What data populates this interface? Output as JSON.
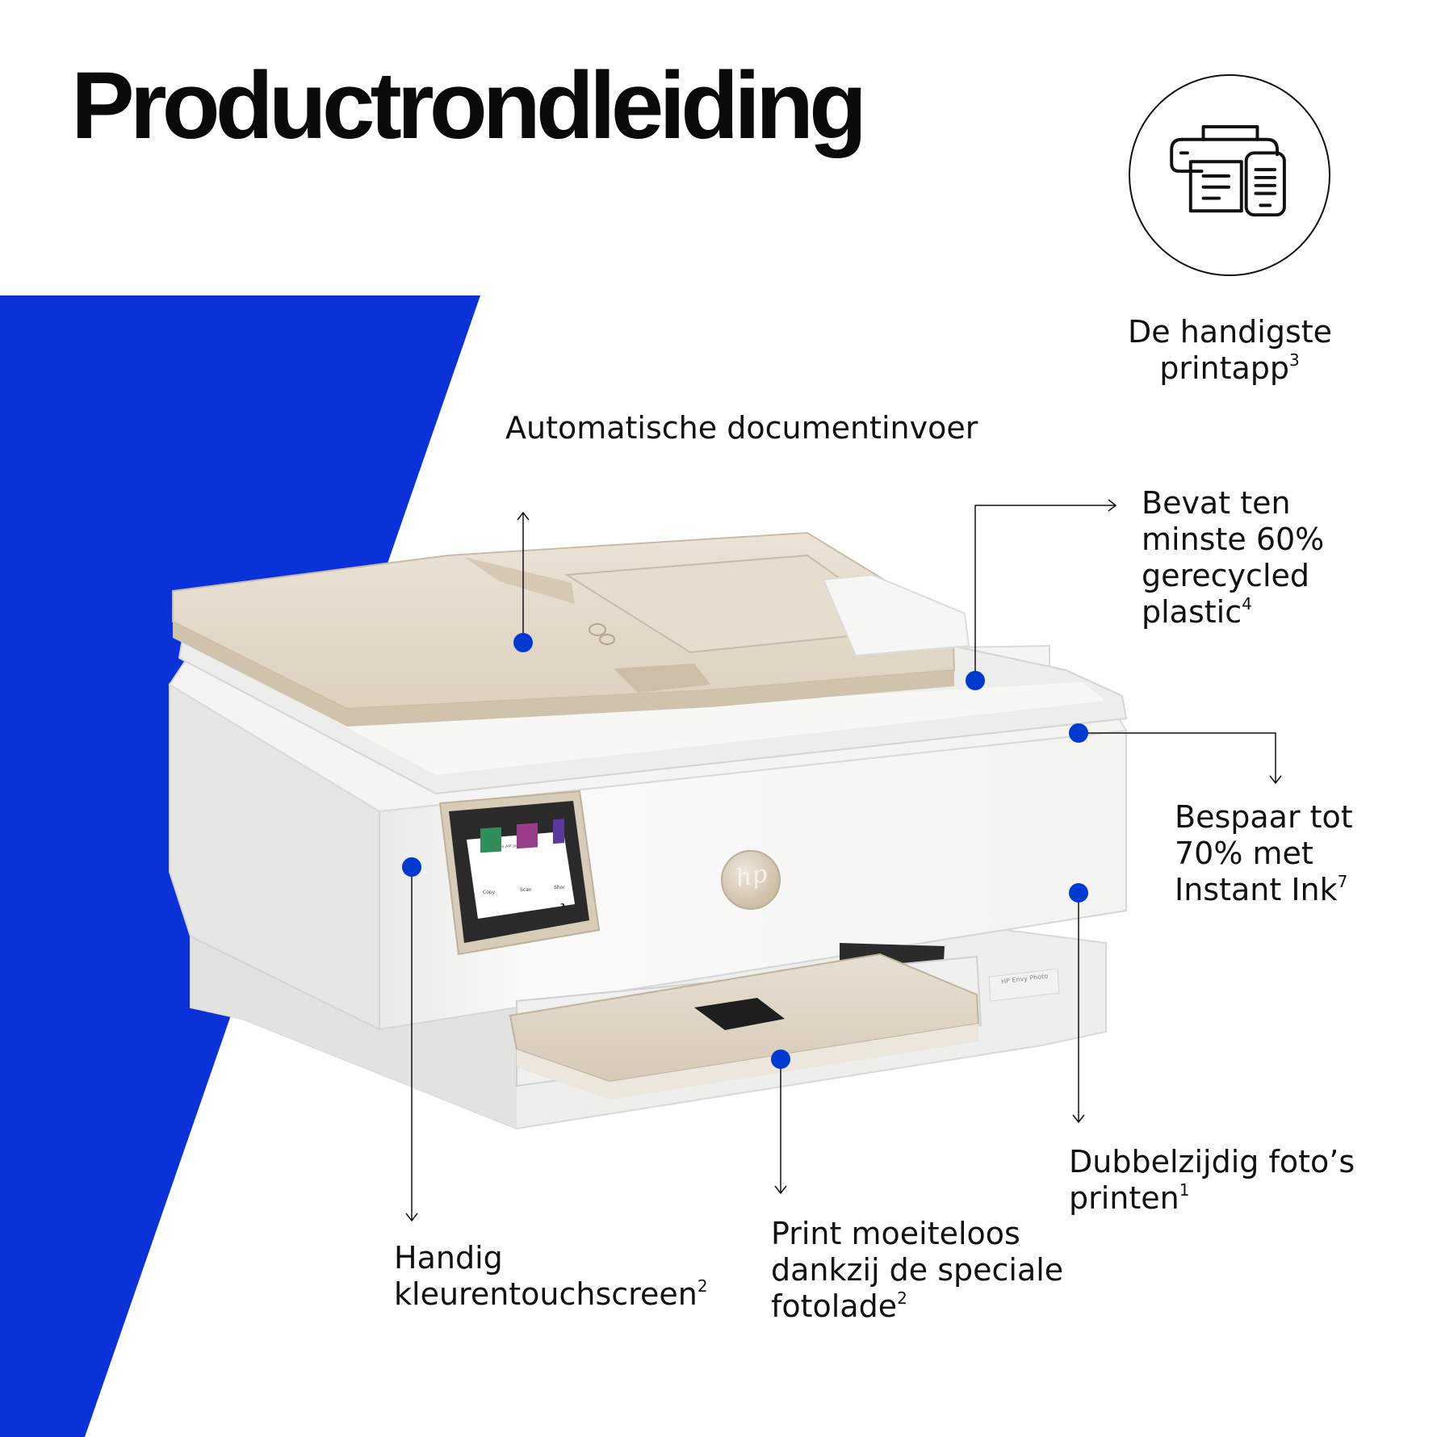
{
  "page": {
    "title": "Productrondleiding",
    "brand_blue": "#0a32d8",
    "dot_blue": "#0039d0"
  },
  "app_badge": {
    "icon": "printer-and-phone-icon",
    "label_line1": "De handigste",
    "label_line2": "printapp",
    "label_sup": "3"
  },
  "printer": {
    "logo_text": "hp",
    "model_text": "HP Envy Photo",
    "screen": {
      "status_text": "10:06 AM  Jan 11, 2023",
      "tiles": [
        "Copy",
        "Scan",
        "Shor"
      ],
      "help_glyph": "?"
    }
  },
  "callouts": {
    "adf": {
      "line1": "Automatische documentinvoer"
    },
    "recycled": {
      "line1": "Bevat ten",
      "line2": "minste 60%",
      "line3": "gerecycled",
      "line4": "plastic",
      "sup": "4"
    },
    "instant_ink": {
      "line1": "Bespaar tot",
      "line2": "70% met",
      "line3": "Instant Ink",
      "sup": "7"
    },
    "duplex": {
      "line1": "Dubbelzijdig foto’s",
      "line2": "printen",
      "sup": "1"
    },
    "touchscreen": {
      "line1": "Handig",
      "line2": "kleurentouchscreen",
      "sup": "2"
    },
    "photo_tray": {
      "line1": "Print moeiteloos",
      "line2": "dankzij de speciale",
      "line3": "fotolade",
      "sup": "2"
    }
  }
}
